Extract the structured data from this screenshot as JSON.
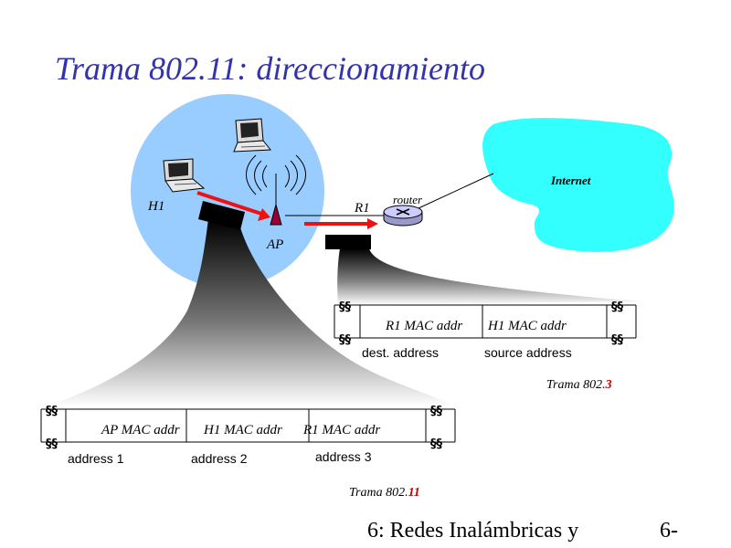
{
  "slide": {
    "title": "Trama 802.11: direccionamiento",
    "footer_left": "6: Redes Inalámbricas y",
    "footer_right": "6-"
  },
  "network": {
    "host_label": "H1",
    "ap_label": "AP",
    "router_label": "R1",
    "router_type": "router",
    "cloud_label": "Internet"
  },
  "frame_8023": {
    "fields": [
      "R1 MAC addr",
      "H1 MAC addr"
    ],
    "captions": [
      "dest. address",
      "source address"
    ],
    "name_prefix": "Trama 802.",
    "name_suffix": "3"
  },
  "frame_80211": {
    "fields": [
      "AP MAC addr",
      "H1 MAC addr",
      "R1 MAC addr"
    ],
    "captions": [
      "address 1",
      "address 2",
      "address 3"
    ],
    "name_prefix": "Trama 802.",
    "name_suffix": "11"
  },
  "colors": {
    "title": "#3333aa",
    "wireless_cell": "#99ccff",
    "internet_cloud": "#33ffff",
    "arrow": "#ee1111",
    "highlight": "#cc0000"
  }
}
